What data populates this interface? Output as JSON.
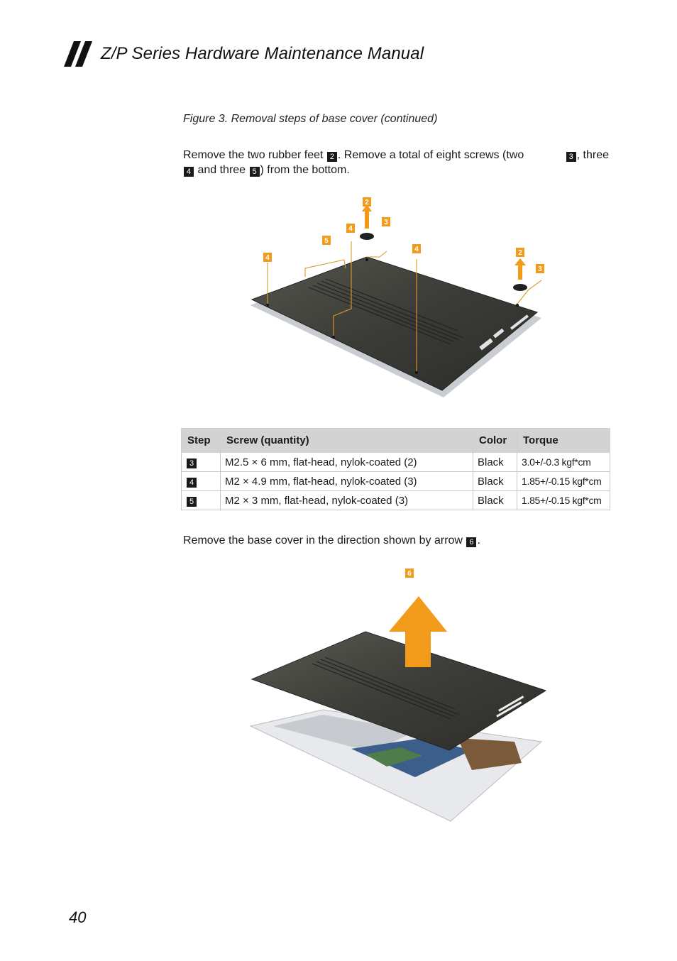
{
  "header": {
    "title": "Z/P Series Hardware Maintenance Manual"
  },
  "figure": {
    "caption": "Figure 3. Removal steps of base cover (continued)"
  },
  "instruction_1": {
    "a": "Remove the two rubber feet",
    "b": ". Remove a total of eight screws (two",
    "c": ", three",
    "d": "and three",
    "e": ") from the bottom."
  },
  "badges": {
    "feet": "2",
    "s3": "3",
    "s4": "4",
    "s5": "5",
    "s6": "6"
  },
  "diagram_1_callouts": [
    "2",
    "3",
    "4",
    "5",
    "4",
    "4",
    "2",
    "3"
  ],
  "diagram_2_callouts": [
    "6"
  ],
  "table": {
    "headers": [
      "Step",
      "Screw (quantity)",
      "Color",
      "Torque"
    ],
    "rows": [
      {
        "step": "3",
        "screw": "M2.5 × 6 mm, flat-head, nylok-coated (2)",
        "color": "Black",
        "torque": "3.0+/-0.3 kgf*cm"
      },
      {
        "step": "4",
        "screw": "M2 × 4.9 mm, flat-head, nylok-coated (3)",
        "color": "Black",
        "torque": "1.85+/-0.15 kgf*cm"
      },
      {
        "step": "5",
        "screw": "M2 × 3 mm, flat-head, nylok-coated (3)",
        "color": "Black",
        "torque": "1.85+/-0.15 kgf*cm"
      }
    ]
  },
  "instruction_2": {
    "a": "Remove the base cover in the direction shown by arrow",
    "b": "."
  },
  "footer": {
    "page_number": "40"
  },
  "colors": {
    "callout": "#f29a1a",
    "badge": "#1a1a1a",
    "table_header": "#d3d3d3",
    "cover": "#3a3a37"
  }
}
